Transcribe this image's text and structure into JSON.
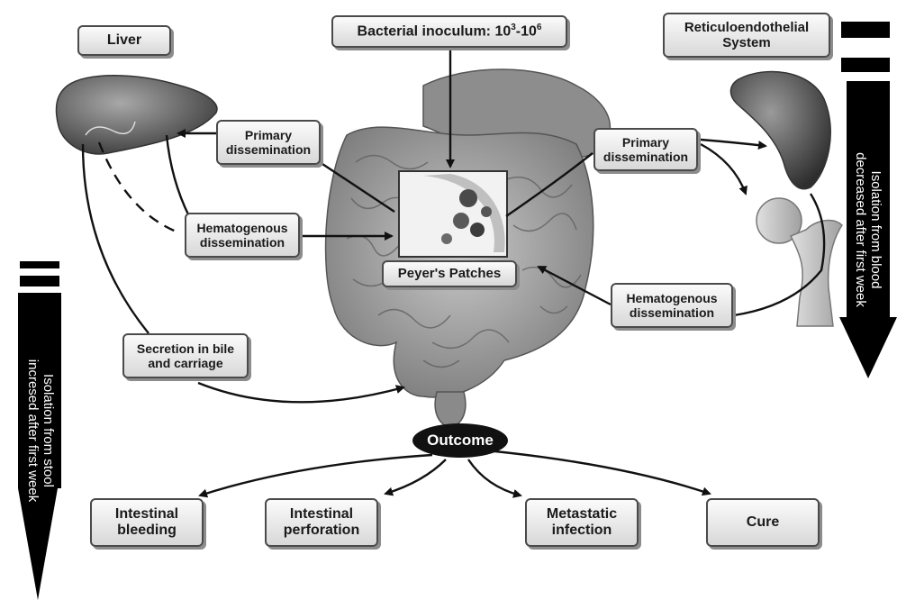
{
  "labels": {
    "liver": "Liver",
    "inoculum_prefix": "Bacterial inoculum: 10",
    "inoculum_sup1": "3",
    "inoculum_mid": "-10",
    "inoculum_sup2": "6",
    "res_line1": "Reticuloendothelial",
    "res_line2": "System",
    "primary_left_l1": "Primary",
    "primary_left_l2": "dissemination",
    "primary_right_l1": "Primary",
    "primary_right_l2": "dissemination",
    "hemat_left_l1": "Hematogenous",
    "hemat_left_l2": "dissemination",
    "hemat_right_l1": "Hematogenous",
    "hemat_right_l2": "dissemination",
    "peyers": "Peyer's Patches",
    "bile_l1": "Secretion in bile",
    "bile_l2": "and carriage",
    "outcome": "Outcome",
    "bleeding_l1": "Intestinal",
    "bleeding_l2": "bleeding",
    "perforation_l1": "Intestinal",
    "perforation_l2": "perforation",
    "metastatic_l1": "Metastatic",
    "metastatic_l2": "infection",
    "cure": "Cure",
    "blood_l1": "Isolation from blood",
    "blood_l2": "decreased after first week",
    "stool_l1": "Isolation from stool",
    "stool_l2": "incresed after first week"
  },
  "colors": {
    "box_border": "#4a4a4a",
    "outcome_fill": "#111111",
    "arrow_fill": "#000000",
    "organ_gray": "#9a9a9a"
  }
}
